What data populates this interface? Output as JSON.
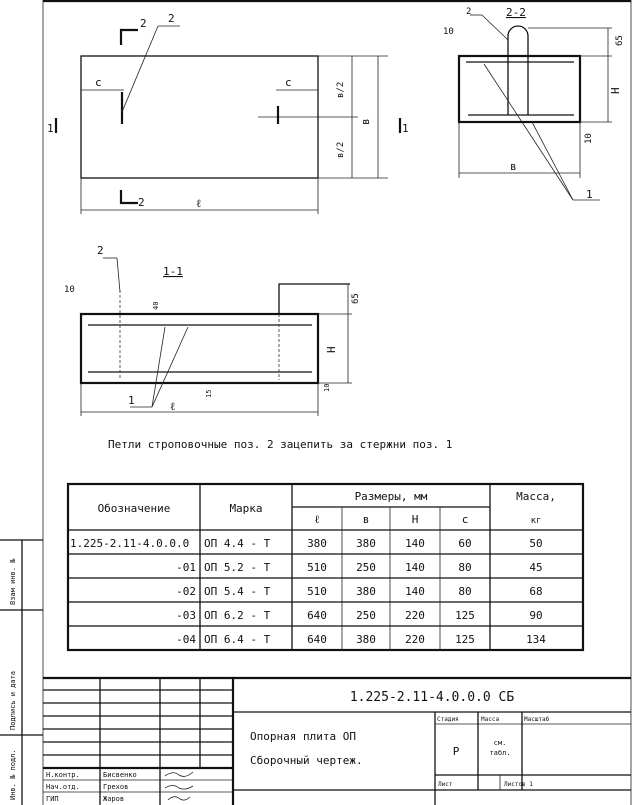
{
  "drawing": {
    "plan": {
      "section_mark_2": "2",
      "leader_2": "2",
      "dim_c_left": "c",
      "dim_c_right": "c",
      "dim_b_half_top": "в/2",
      "dim_b_half_bottom": "в/2",
      "dim_b": "в",
      "dim_l": "ℓ",
      "section_mark_1_left": "1",
      "section_mark_1_right": "1",
      "section_mark_2_bottom": "2"
    },
    "section_2_2": {
      "title": "2-2",
      "leader_2": "2",
      "dim_10_top": "10",
      "dim_65": "65",
      "dim_h": "H",
      "dim_10_bottom": "10",
      "dim_b": "в",
      "leader_1": "1"
    },
    "section_1_1": {
      "title": "1-1",
      "leader_2": "2",
      "dim_10": "10",
      "dim_40": "40",
      "dim_65": "65",
      "dim_h": "H",
      "dim_15": "15",
      "dim_10_right": "10",
      "dim_l": "ℓ",
      "leader_1": "1"
    }
  },
  "note": "Петли строповочные поз. 2 зацепить за стержни поз. 1",
  "table": {
    "headers": {
      "designation": "Обозначение",
      "mark": "Марка",
      "dimensions": "Размеры, мм",
      "mass": "Масса,",
      "mass_unit": "кг"
    },
    "dim_headers": [
      "ℓ",
      "в",
      "H",
      "c"
    ],
    "rows": [
      {
        "designation": "1.225-2.11-4.0.0.0",
        "mark": "ОП 4.4 - Т",
        "l": "380",
        "b": "380",
        "h": "140",
        "c": "60",
        "mass": "50"
      },
      {
        "designation": "-01",
        "mark": "ОП 5.2 - Т",
        "l": "510",
        "b": "250",
        "h": "140",
        "c": "80",
        "mass": "45"
      },
      {
        "designation": "-02",
        "mark": "ОП 5.4 - Т",
        "l": "510",
        "b": "380",
        "h": "140",
        "c": "80",
        "mass": "68"
      },
      {
        "designation": "-03",
        "mark": "ОП 6.2 - Т",
        "l": "640",
        "b": "250",
        "h": "220",
        "c": "125",
        "mass": "90"
      },
      {
        "designation": "-04",
        "mark": "ОП 6.4 - Т",
        "l": "640",
        "b": "380",
        "h": "220",
        "c": "125",
        "mass": "134"
      }
    ]
  },
  "side_strip": [
    "Взам инв. №",
    "Подпись и дата",
    "Инв. № подл."
  ],
  "title_block": {
    "doc_number": "1.225-2.11-4.0.0.0 СБ",
    "name_line1": "Опорная плита ОП",
    "name_line2": "Сборочный чертеж.",
    "stage_label": "Стадия",
    "mass_label": "Масса",
    "scale_label": "Масштаб",
    "stage_value": "Р",
    "mass_value_1": "см.",
    "mass_value_2": "табл.",
    "sheet_label": "Лист",
    "sheets_label": "Листов 1",
    "signers": [
      {
        "role": "Н.контр.",
        "name": "Бисвенко"
      },
      {
        "role": "Нач.отд.",
        "name": "Грехов"
      },
      {
        "role": "ГИП",
        "name": "Жаров"
      }
    ]
  }
}
